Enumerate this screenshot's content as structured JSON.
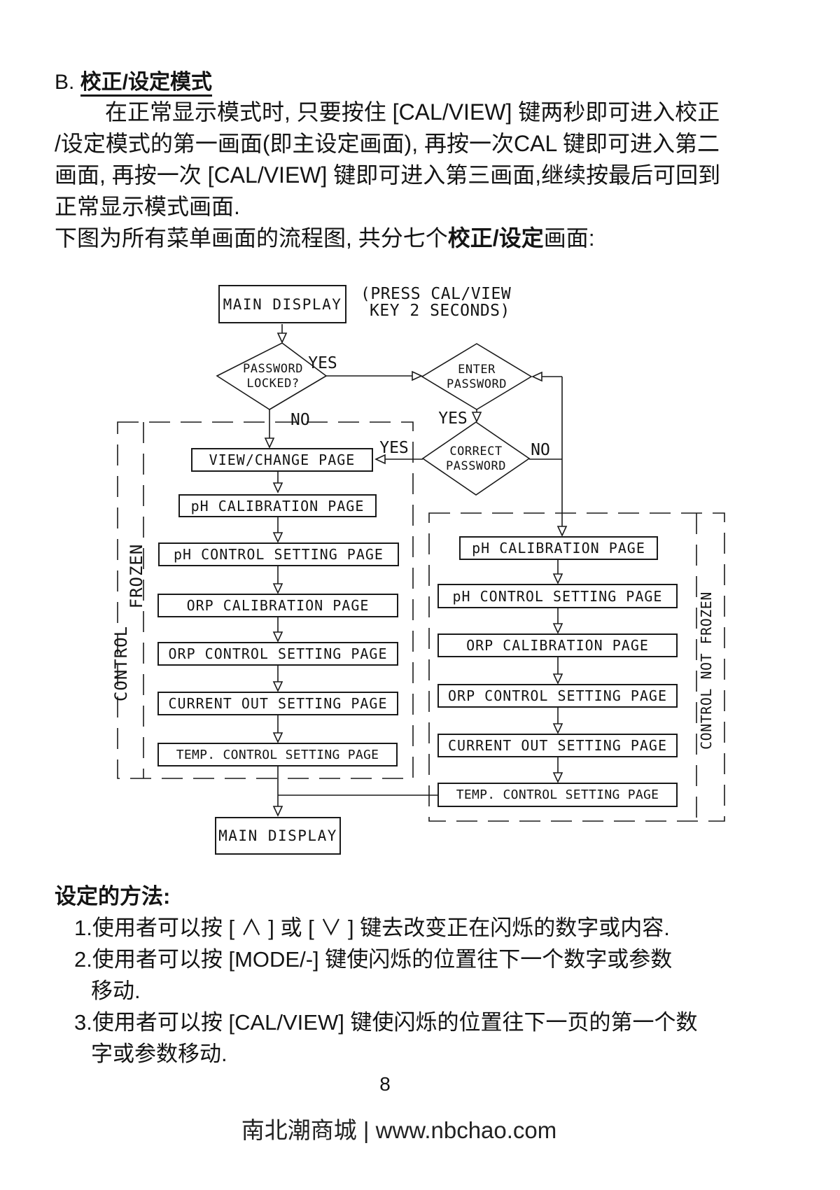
{
  "colors": {
    "paper": "#ffffff",
    "ink": "#141414"
  },
  "page": {
    "heading_prefix": "B. ",
    "heading": "校正/设定模式",
    "paragraph_lines": [
      "在正常显示模式时, 只要按住 [CAL/VIEW] 键两秒即可进入校正",
      "/设定模式的第一画面(即主设定画面), 再按一次CAL 键即可进入第二",
      "画面, 再按一次 [CAL/VIEW] 键即可进入第三画面,继续按最后可回到",
      "正常显示模式画面."
    ],
    "intro_pre": "下图为所有菜单画面的流程图, 共分七个",
    "intro_bold": "校正/设定",
    "intro_post": "画面:"
  },
  "flowchart": {
    "press_note_line1": "(PRESS CAL/VIEW",
    "press_note_line2": "KEY 2 SECONDS)",
    "nodes": {
      "main_display_top": "MAIN DISPLAY",
      "view_change": "VIEW/CHANGE PAGE",
      "ph_cal_left": "pH CALIBRATION PAGE",
      "ph_ctrl_left": "pH CONTROL SETTING PAGE",
      "orp_cal_left": "ORP CALIBRATION PAGE",
      "orp_ctrl_left": "ORP CONTROL SETTING PAGE",
      "current_out_left": "CURRENT OUT SETTING PAGE",
      "temp_ctrl_left": "TEMP. CONTROL SETTING PAGE",
      "main_display_bottom": "MAIN DISPLAY",
      "ph_cal_right": "pH CALIBRATION PAGE",
      "ph_ctrl_right": "pH CONTROL SETTING PAGE",
      "orp_cal_right": "ORP CALIBRATION PAGE",
      "orp_ctrl_right": "ORP CONTROL SETTING PAGE",
      "current_out_right": "CURRENT OUT SETTING PAGE",
      "temp_ctrl_right": "TEMP. CONTROL SETTING PAGE"
    },
    "diamonds": {
      "password_locked_l1": "PASSWORD",
      "password_locked_l2": "LOCKED?",
      "enter_password_l1": "ENTER",
      "enter_password_l2": "PASSWORD",
      "correct_password_l1": "CORRECT",
      "correct_password_l2": "PASSWORD"
    },
    "labels": {
      "yes": "YES",
      "no": "NO"
    },
    "regions": {
      "left_control": "CONTROL",
      "left_frozen": "FROZEN",
      "right": "CONTROL NOT FROZEN"
    }
  },
  "method": {
    "heading": "设定的方法:",
    "items": [
      {
        "text": "1.使用者可以按 [ ∧ ] 或 [ ∨ ] 键去改变正在闪烁的数字或内容."
      },
      {
        "text": "2.使用者可以按 [MODE/-] 键使闪烁的位置往下一个数字或参数",
        "text2": "移动."
      },
      {
        "text": "3.使用者可以按 [CAL/VIEW] 键使闪烁的位置往下一页的第一个数",
        "text2": "字或参数移动."
      }
    ]
  },
  "footer": {
    "page_number": "8",
    "site": "南北潮商城 | www.nbchao.com"
  }
}
